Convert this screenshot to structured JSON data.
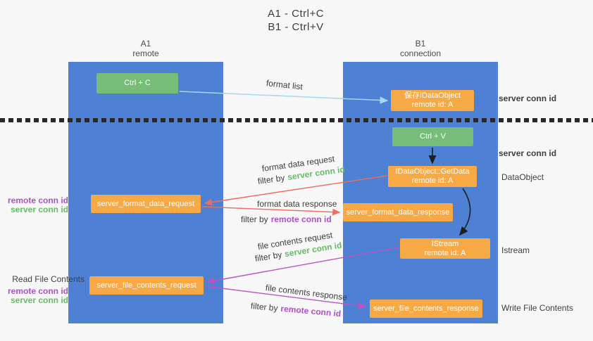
{
  "title": {
    "line1": "A1 - Ctrl+C",
    "line2": "B1 - Ctrl+V"
  },
  "columns": {
    "left": {
      "name": "A1",
      "role": "remote"
    },
    "right": {
      "name": "B1",
      "role": "connection"
    }
  },
  "nodes": {
    "ctrl_c": {
      "label": "Ctrl + C"
    },
    "save_idataobject": {
      "line1": "保存IDataObject",
      "line2": "remote id: A"
    },
    "ctrl_v": {
      "label": "Ctrl + V"
    },
    "getdata": {
      "line1": "IDataObject::GetData",
      "line2": "remote id: A"
    },
    "istream": {
      "line1": "IStream",
      "line2": "remote id: A"
    },
    "format_request": {
      "label": "server_format_data_request"
    },
    "format_response": {
      "label": "server_format_data_response"
    },
    "file_request": {
      "label": "server_file_contents_request"
    },
    "file_response": {
      "label": "server_file_contents_response"
    }
  },
  "annotations": {
    "format_list": "format list",
    "format_data_request": "format data request",
    "format_data_response": "format data response",
    "file_contents_request": "file contents request",
    "file_contents_response": "file contents response",
    "filter_by": "filter by",
    "server_conn_id": "server conn id",
    "remote_conn_id": "remote conn id"
  },
  "side_labels": {
    "data_object": "DataObject",
    "istream": "Istream",
    "read_file_contents": "Read File Contents",
    "write_file_contents": "Write File Contents"
  },
  "colors": {
    "lifeline_blue": "#4e80d3",
    "action_green": "#77bd77",
    "message_orange": "#f7a946",
    "arrow_blue": "#a8d5f2",
    "arrow_red": "#ec6e60",
    "arrow_magenta": "#bb54c4",
    "arrow_black": "#1f1f1f",
    "conn_id_green": "#67bb67",
    "conn_id_purple": "#b14fc9"
  }
}
